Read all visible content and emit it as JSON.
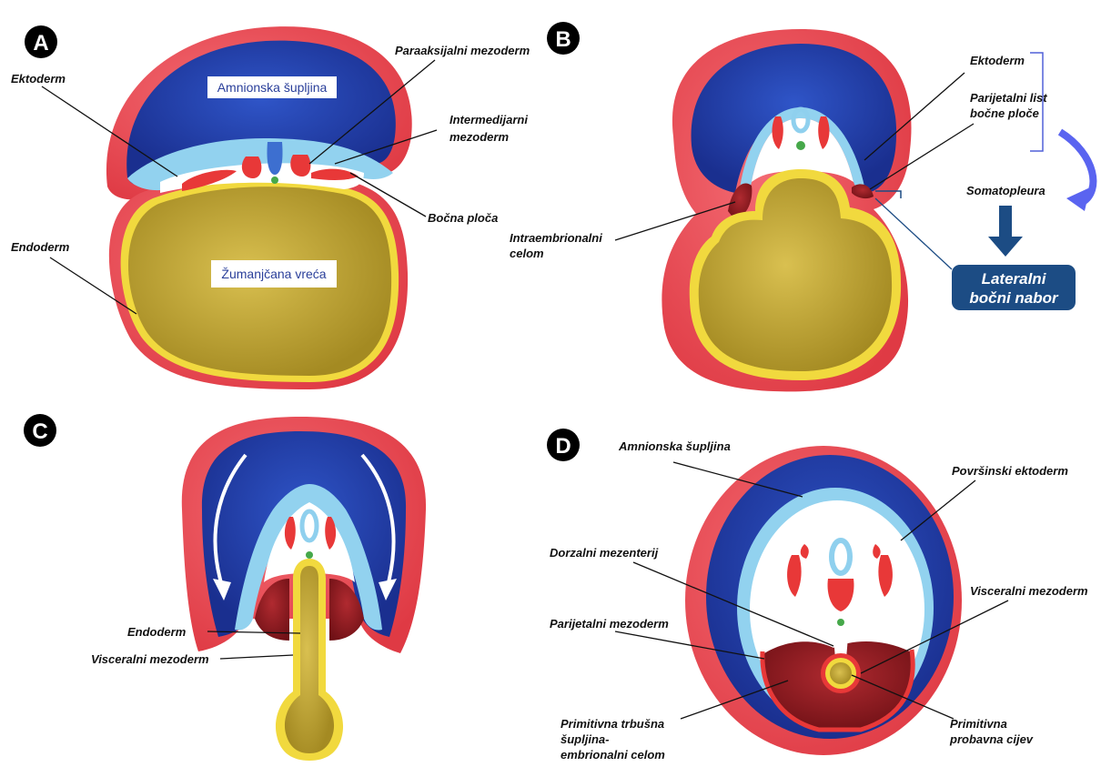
{
  "panels": {
    "a": {
      "badge": "A",
      "amnion_cavity": "Amnionska šupljina",
      "yolk_sac": "Žumanjčana vreća",
      "ectoderm": "Ektoderm",
      "endoderm": "Endoderm",
      "paraxial": "Paraaksijalni mezoderm",
      "intermediate_1": "Intermedijarni",
      "intermediate_2": "mezoderm",
      "lateral_plate": "Bočna ploča"
    },
    "b": {
      "badge": "B",
      "ectoderm": "Ektoderm",
      "parietal_1": "Parijetalni list",
      "parietal_2": "bočne ploče",
      "somatopleura": "Somatopleura",
      "coelom_1": "Intraembrionalni",
      "coelom_2": "celom",
      "box_1": "Lateralni",
      "box_2": "bočni nabor"
    },
    "c": {
      "badge": "C",
      "endoderm": "Endoderm",
      "visceral": "Visceralni mezoderm"
    },
    "d": {
      "badge": "D",
      "amnion_cavity": "Amnionska šupljina",
      "surface_ectoderm": "Površinski ektoderm",
      "dorsal_mesentery": "Dorzalni mezenterij",
      "parietal": "Parijetalni mezoderm",
      "visceral": "Visceralni mezoderm",
      "primitive_cavity_1": "Primitivna trbušna",
      "primitive_cavity_2": "šupljina-",
      "primitive_cavity_3": "embrionalni celom",
      "primitive_gut_1": "Primitivna",
      "primitive_gut_2": "probavna cijev"
    }
  },
  "colors": {
    "outer_red": "#e8434d",
    "amnion_blue": "#1f3fae",
    "ectoderm_light_blue": "#8fd0ee",
    "mesoderm_red": "#e83838",
    "yolk": "#c8b03c",
    "endoderm_yellow": "#fff04a",
    "coelom_dark_red": "#8c1c22",
    "notochord_green": "#46a84a",
    "badge": "#000000",
    "arrow_blue": "#1c4c84",
    "arrow_violet": "#5a64f0"
  }
}
